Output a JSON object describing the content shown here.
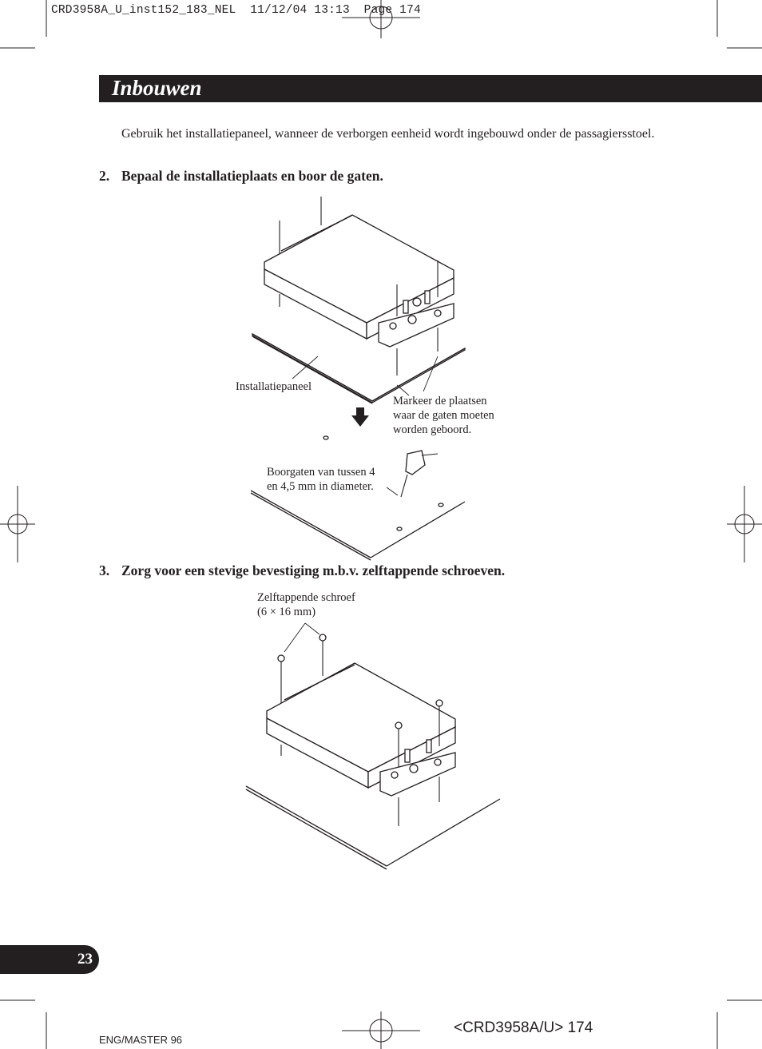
{
  "slug": "CRD3958A_U_inst152_183_NEL  11/12/04 13:13  Page 174",
  "section_title": "Inbouwen",
  "intro": "Gebruik het installatiepaneel, wanneer de verborgen eenheid wordt ingebouwd onder de passagiersstoel.",
  "steps": [
    {
      "number": "2.",
      "text": "Bepaal de installatieplaats en boor de gaten."
    },
    {
      "number": "3.",
      "text": "Zorg voor een stevige bevestiging m.b.v. zelftappende schroeven."
    }
  ],
  "figure1": {
    "label_panel": "Installatiepaneel",
    "label_mark": [
      "Markeer de plaatsen",
      "waar de gaten moeten",
      "worden geboord."
    ],
    "label_drill": [
      "Boorgaten van tussen 4",
      "en 4,5 mm in diameter."
    ]
  },
  "figure2": {
    "label_screw": [
      "Zelftappende schroef",
      "(6 × 16 mm)"
    ]
  },
  "page_number": "23",
  "footer_left": "ENG/MASTER 96",
  "footer_right": "<CRD3958A/U> 174"
}
